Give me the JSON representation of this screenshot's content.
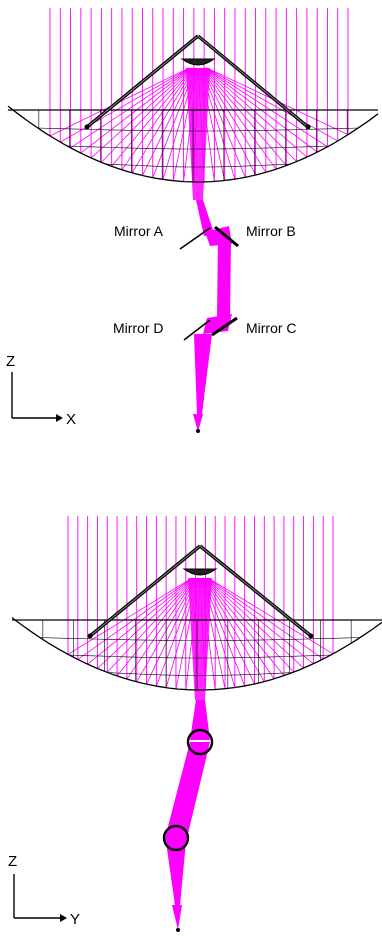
{
  "colors": {
    "rays": "#ff00ff",
    "structure": "#000000",
    "background": "#ffffff"
  },
  "views": [
    {
      "name": "xz-view",
      "mirror_labels": {
        "a": "Mirror A",
        "b": "Mirror B",
        "c": "Mirror C",
        "d": "Mirror D"
      },
      "axes": {
        "vertical": "Z",
        "horizontal": "X"
      }
    },
    {
      "name": "yz-view",
      "axes": {
        "vertical": "Z",
        "horizontal": "Y"
      }
    }
  ]
}
